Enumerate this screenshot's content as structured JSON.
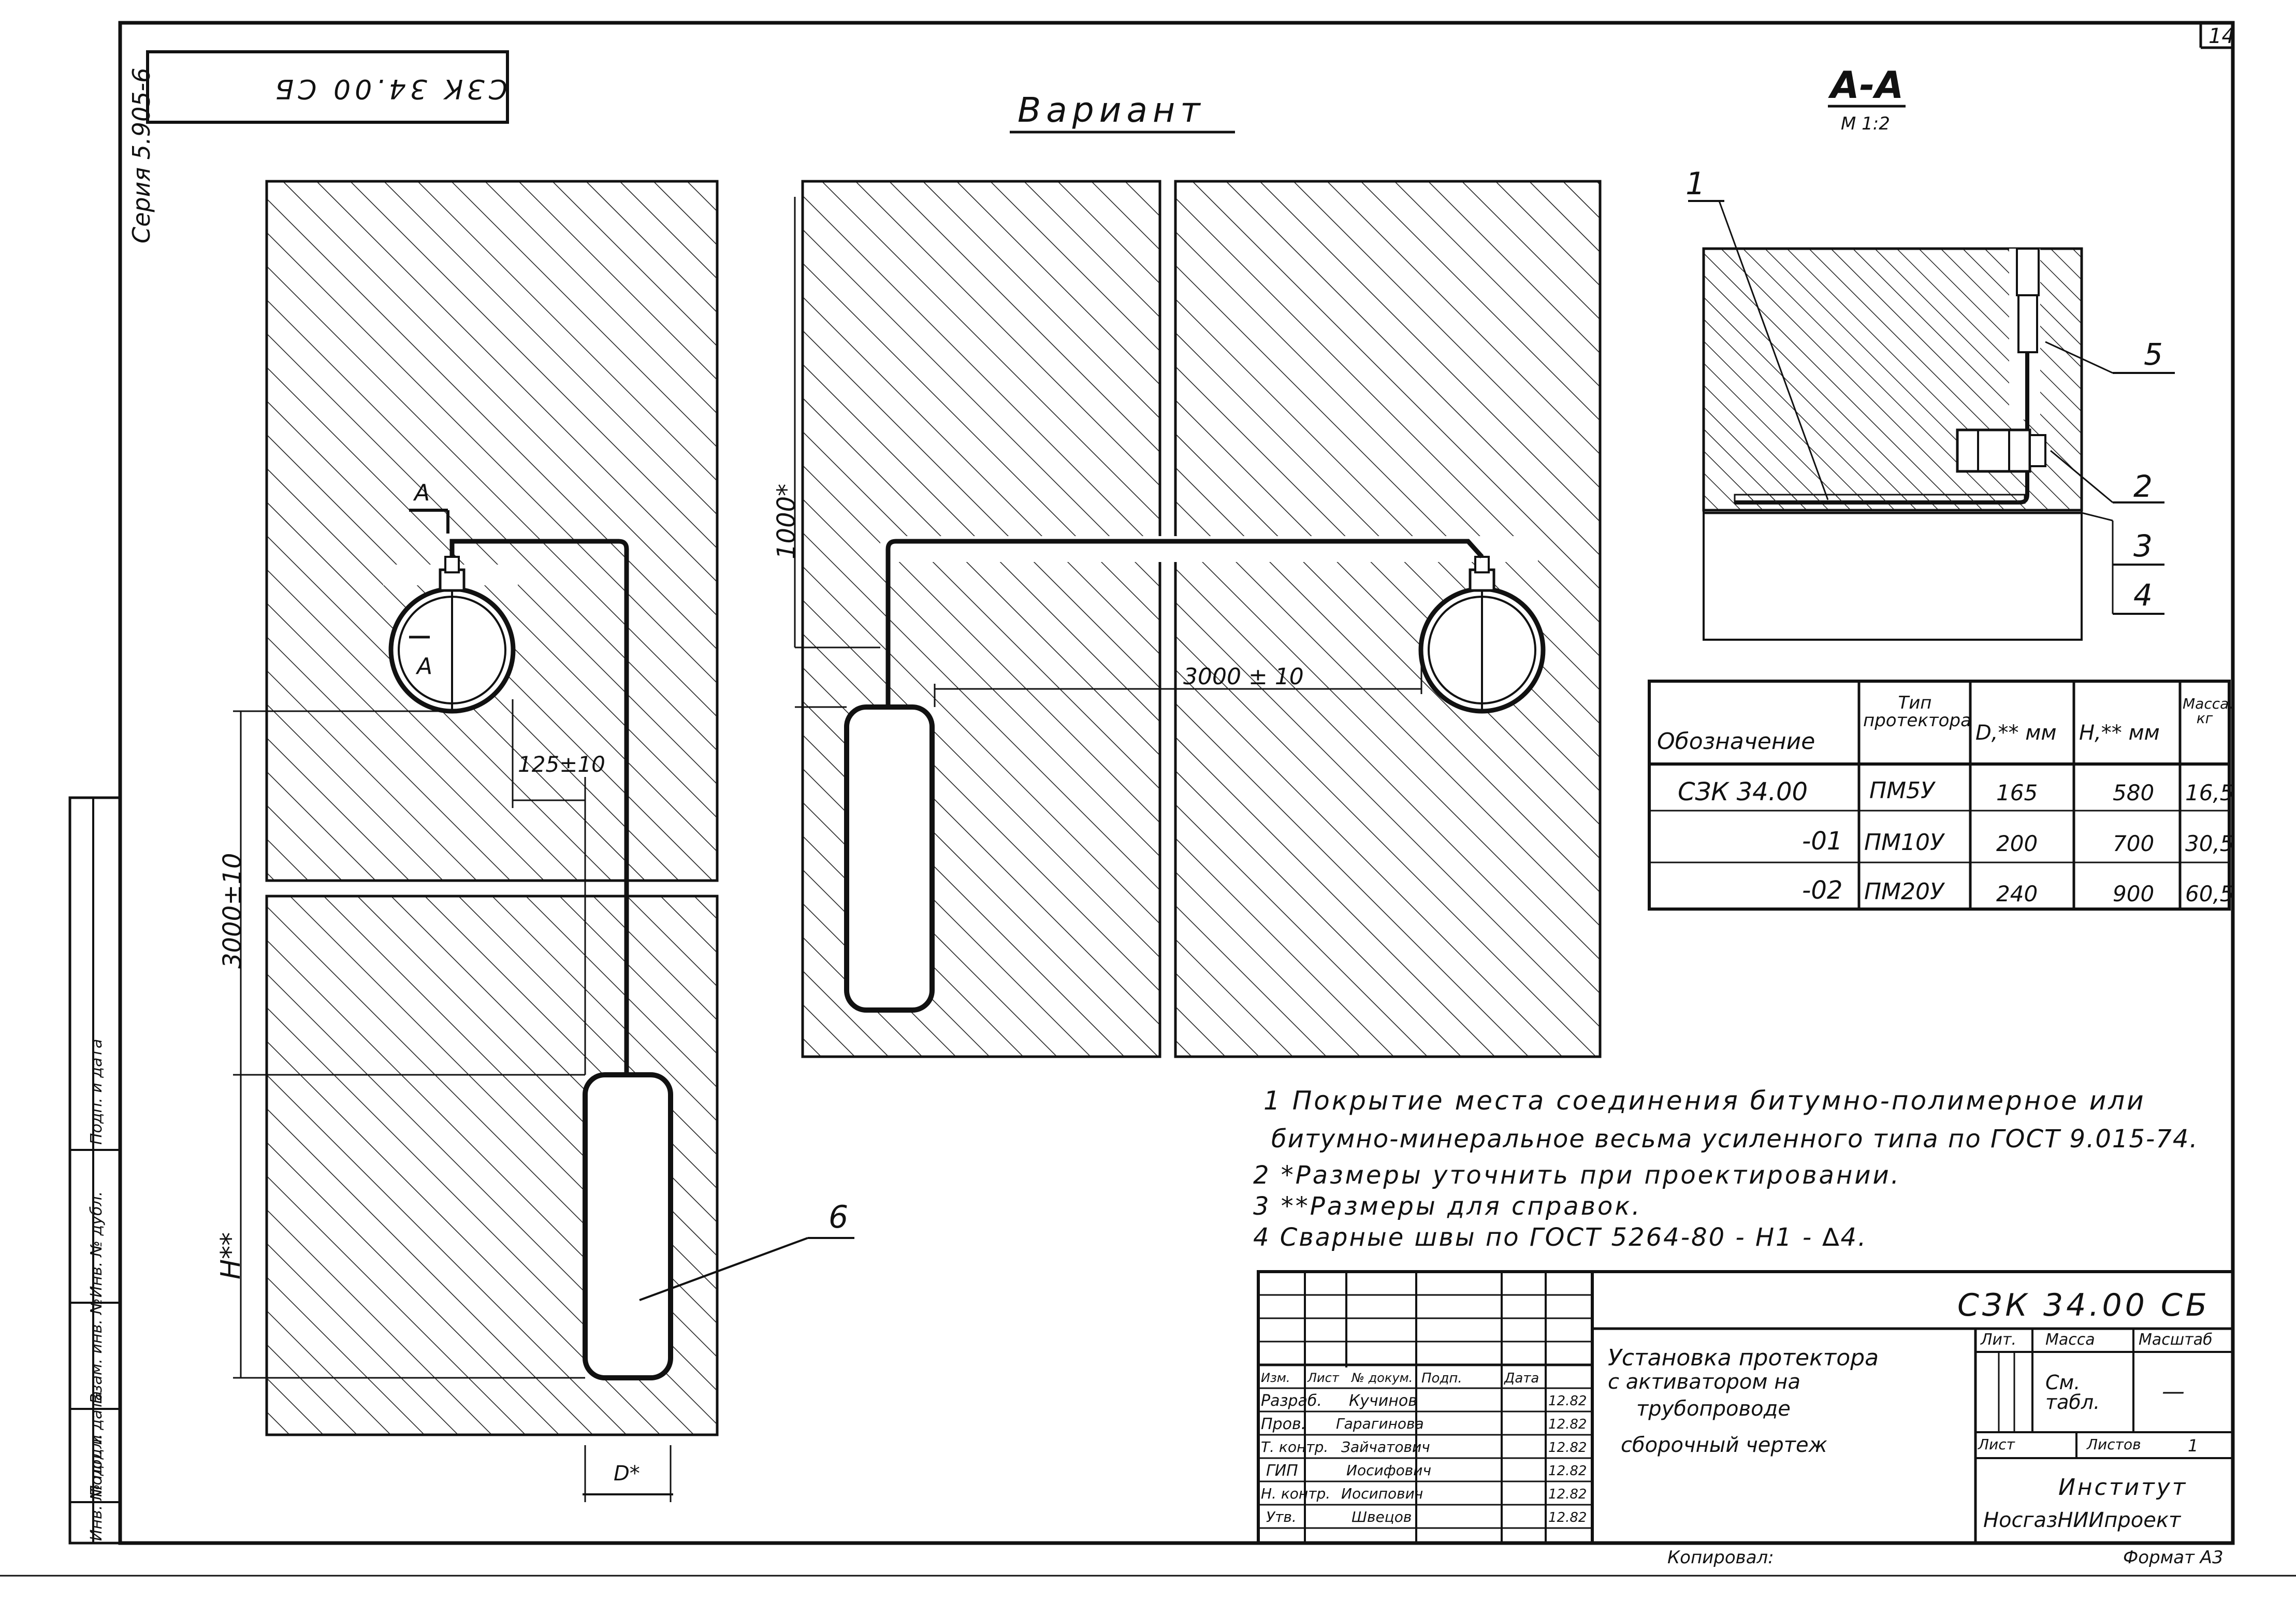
{
  "sheet": {
    "page_number": "14",
    "series": "Серия 5.905-6",
    "stamp_top": "СЗК 34.00 СБ",
    "side_labels": [
      "Инв. № подл.",
      "Подп. и дата",
      "Взам. инв. №",
      "Инв. № дубл.",
      "Подп. и дата"
    ]
  },
  "views": {
    "variant_title": "Вариант",
    "section_title": "А-А",
    "section_scale": "М 1:2",
    "section_mark": "А",
    "dim_1000": "1000*",
    "dim_3000_vert": "3000±10",
    "dim_3000_horiz": "3000 ± 10",
    "dim_125": "125±10",
    "dim_h": "H**",
    "dim_d": "D*",
    "callouts": [
      "1",
      "5",
      "2",
      "3",
      "4",
      "6"
    ]
  },
  "spec_table": {
    "headers": [
      "Обозначение",
      "Тип протектора",
      "D,** мм",
      "H,** мм",
      "Масса, кг"
    ],
    "rows": [
      [
        "СЗК 34.00",
        "ПМ5У",
        "165",
        "580",
        "16,5"
      ],
      [
        "-01",
        "ПМ10У",
        "200",
        "700",
        "30,5"
      ],
      [
        "-02",
        "ПМ20У",
        "240",
        "900",
        "60,5"
      ]
    ]
  },
  "notes": [
    "1 Покрытие места соединения битумно-полимерное или",
    "битумно-минеральное весьма усиленного типа по ГОСТ 9.015-74.",
    "2 *Размеры уточнить при проектировании.",
    "3 **Размеры для справок.",
    "4 Сварные швы по ГОСТ 5264-80 - Н1 - ∆4."
  ],
  "title_block": {
    "code": "СЗК 34.00 СБ",
    "title_lines": [
      "Установка протектора",
      "с активатором на",
      "трубопроводе",
      "сборочный чертеж"
    ],
    "headers": [
      "Изм.",
      "Лист",
      "№ докум.",
      "Подп.",
      "Дата"
    ],
    "rows": [
      [
        "Разраб.",
        "Кучинов",
        "",
        "12.82"
      ],
      [
        "Пров.",
        "Гарагинова",
        "",
        "12.82"
      ],
      [
        "Т. контр.",
        "Зайчатович",
        "",
        "12.82"
      ],
      [
        "ГИП",
        "Иосифович",
        "",
        "12.82"
      ],
      [
        "Н. контр.",
        "Иосипович",
        "",
        "12.82"
      ],
      [
        "Утв.",
        "Швецов",
        "",
        "12.82"
      ]
    ],
    "lit_label": "Лит.",
    "mass_label": "Масса",
    "scale_label": "Масштаб",
    "mass_value": "См. табл.",
    "scale_value": "—",
    "sheet_label": "Лист",
    "sheets_label": "Листов",
    "sheets_value": "1",
    "org_lines": [
      "Институт",
      "НосгазНИИпроект"
    ],
    "copied_by": "Копировал:",
    "format": "Формат А3"
  }
}
